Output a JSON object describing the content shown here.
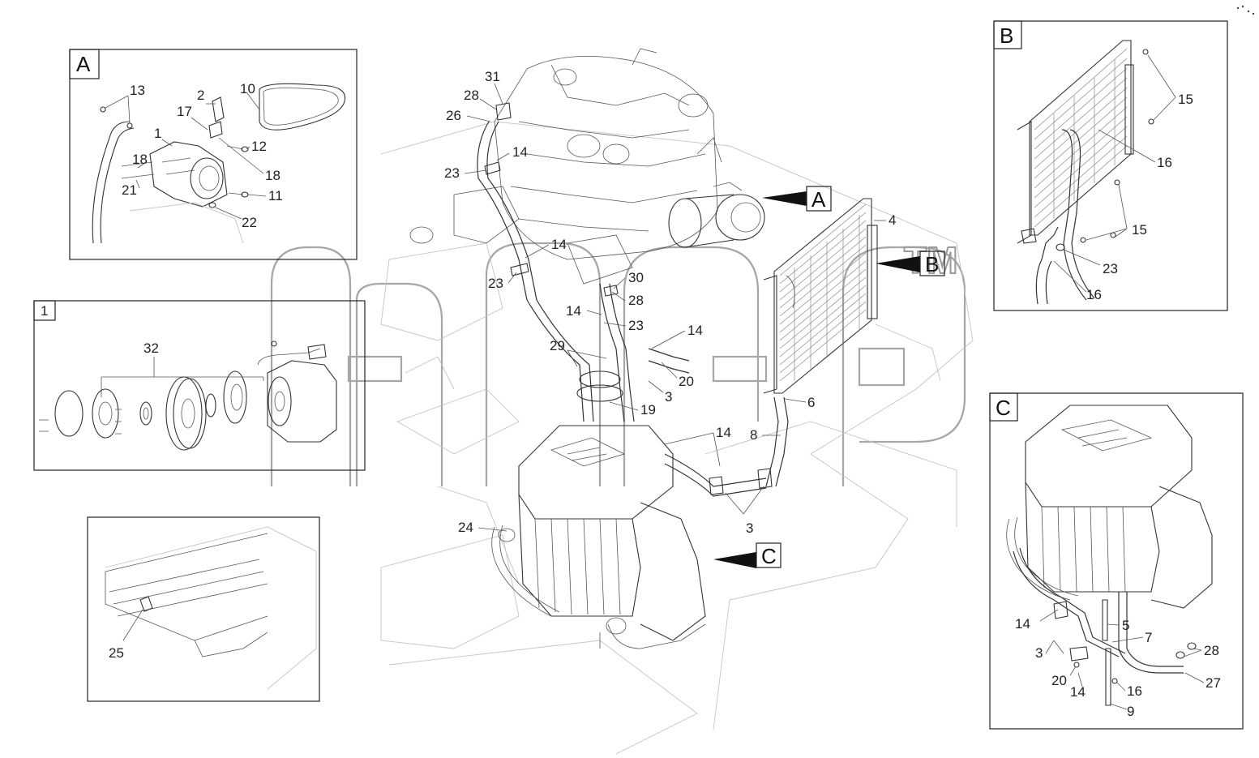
{
  "watermark": {
    "trademark": "TM"
  },
  "detail_tags": {
    "a": "A",
    "b": "B",
    "c": "C",
    "one": "1"
  },
  "callouts_main": {
    "n31": "31",
    "n28a": "28",
    "n26": "26",
    "n14a": "14",
    "n23a": "23",
    "n14b": "14",
    "n23b": "23",
    "n30": "30",
    "n28b": "28",
    "n14c": "14",
    "n23c": "23",
    "n29": "29",
    "n14d": "14",
    "n20": "20",
    "n3a": "3",
    "n19": "19",
    "n4": "4",
    "n6": "6",
    "n8": "8",
    "n14e": "14",
    "n3b": "3",
    "n24": "24"
  },
  "callouts_a": {
    "n13": "13",
    "n2": "2",
    "n10": "10",
    "n17": "17",
    "n1": "1",
    "n12": "12",
    "n18a": "18",
    "n18b": "18",
    "n21": "21",
    "n11": "11",
    "n22": "22"
  },
  "callouts_b": {
    "n15a": "15",
    "n16a": "16",
    "n15b": "15",
    "n23": "23",
    "n16b": "16"
  },
  "callouts_one": {
    "n32": "32"
  },
  "callouts_plate": {
    "n25": "25"
  },
  "callouts_c": {
    "n14a": "14",
    "n5": "5",
    "n7": "7",
    "n3": "3",
    "n28": "28",
    "n20": "20",
    "n14b": "14",
    "n16": "16",
    "n27": "27",
    "n9": "9"
  }
}
